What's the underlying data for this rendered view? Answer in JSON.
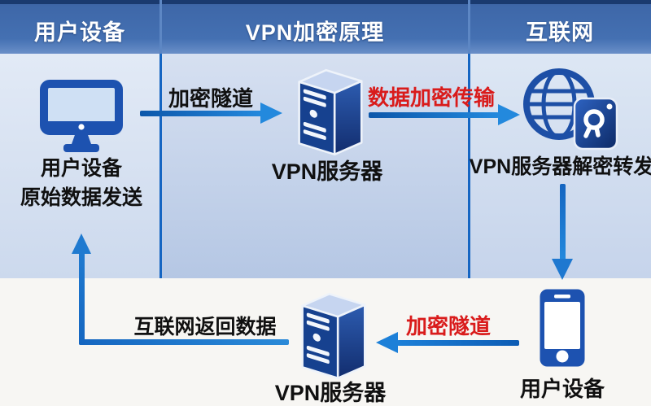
{
  "header": {
    "sections": [
      {
        "label": "用户设备"
      },
      {
        "label": "VPN加密原理"
      },
      {
        "label": "互联网"
      }
    ]
  },
  "flow": {
    "device_title": "用户设备",
    "device_subtitle": "原始数据发送",
    "tunnel_top_label": "加密隧道",
    "vpn_server_top_label": "VPN服务器",
    "encrypted_transfer_label": "数据加密传输",
    "internet_node_label": "VPN服务器解密转发",
    "phone_label": "用户设备",
    "tunnel_bottom_label": "加密隧道",
    "vpn_server_bottom_label": "VPN服务器",
    "return_label": "互联网返回数据"
  },
  "colors": {
    "header_blue": "#4470b2",
    "divider_blue": "#1565c2",
    "icon_blue": "#1d52b0",
    "server_navy": "#16418f",
    "arrow_blue": "#1c78d0",
    "accent_red": "#d91b1b",
    "panel_light_blue": "#d6e0f1",
    "bottom_background": "#f7f6f3"
  }
}
